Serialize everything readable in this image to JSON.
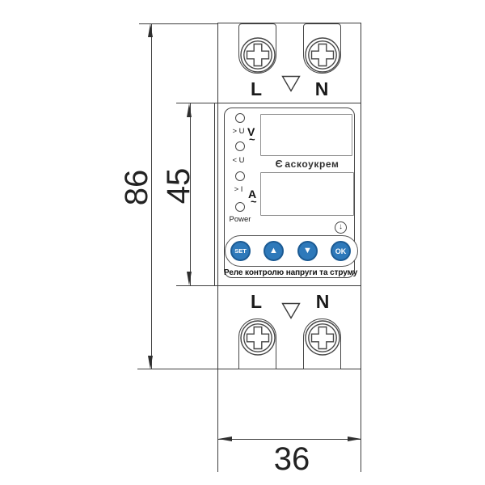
{
  "dimensions": {
    "total_height": "86",
    "module_height": "45",
    "width": "36"
  },
  "terminals_top": {
    "left": "L",
    "right": "N"
  },
  "terminals_bottom": {
    "left": "L",
    "right": "N"
  },
  "face": {
    "leds": [
      {
        "label": "> U"
      },
      {
        "label": "< U"
      },
      {
        "label": "> I"
      },
      {
        "label": "Power"
      }
    ],
    "voltage_unit": "V",
    "voltage_ac": "~",
    "current_unit": "A",
    "current_ac": "~",
    "brand_mark": "Є",
    "brand_name": "аскоукрем",
    "cert_glyph": "↓",
    "buttons": [
      {
        "label": "SET"
      },
      {
        "label": "▲"
      },
      {
        "label": "▼"
      },
      {
        "label": "OK"
      }
    ],
    "caption": "Реле контролю напруги та струму",
    "button_color": "#2e79ba",
    "button_ring_color": "#1c5b94"
  }
}
